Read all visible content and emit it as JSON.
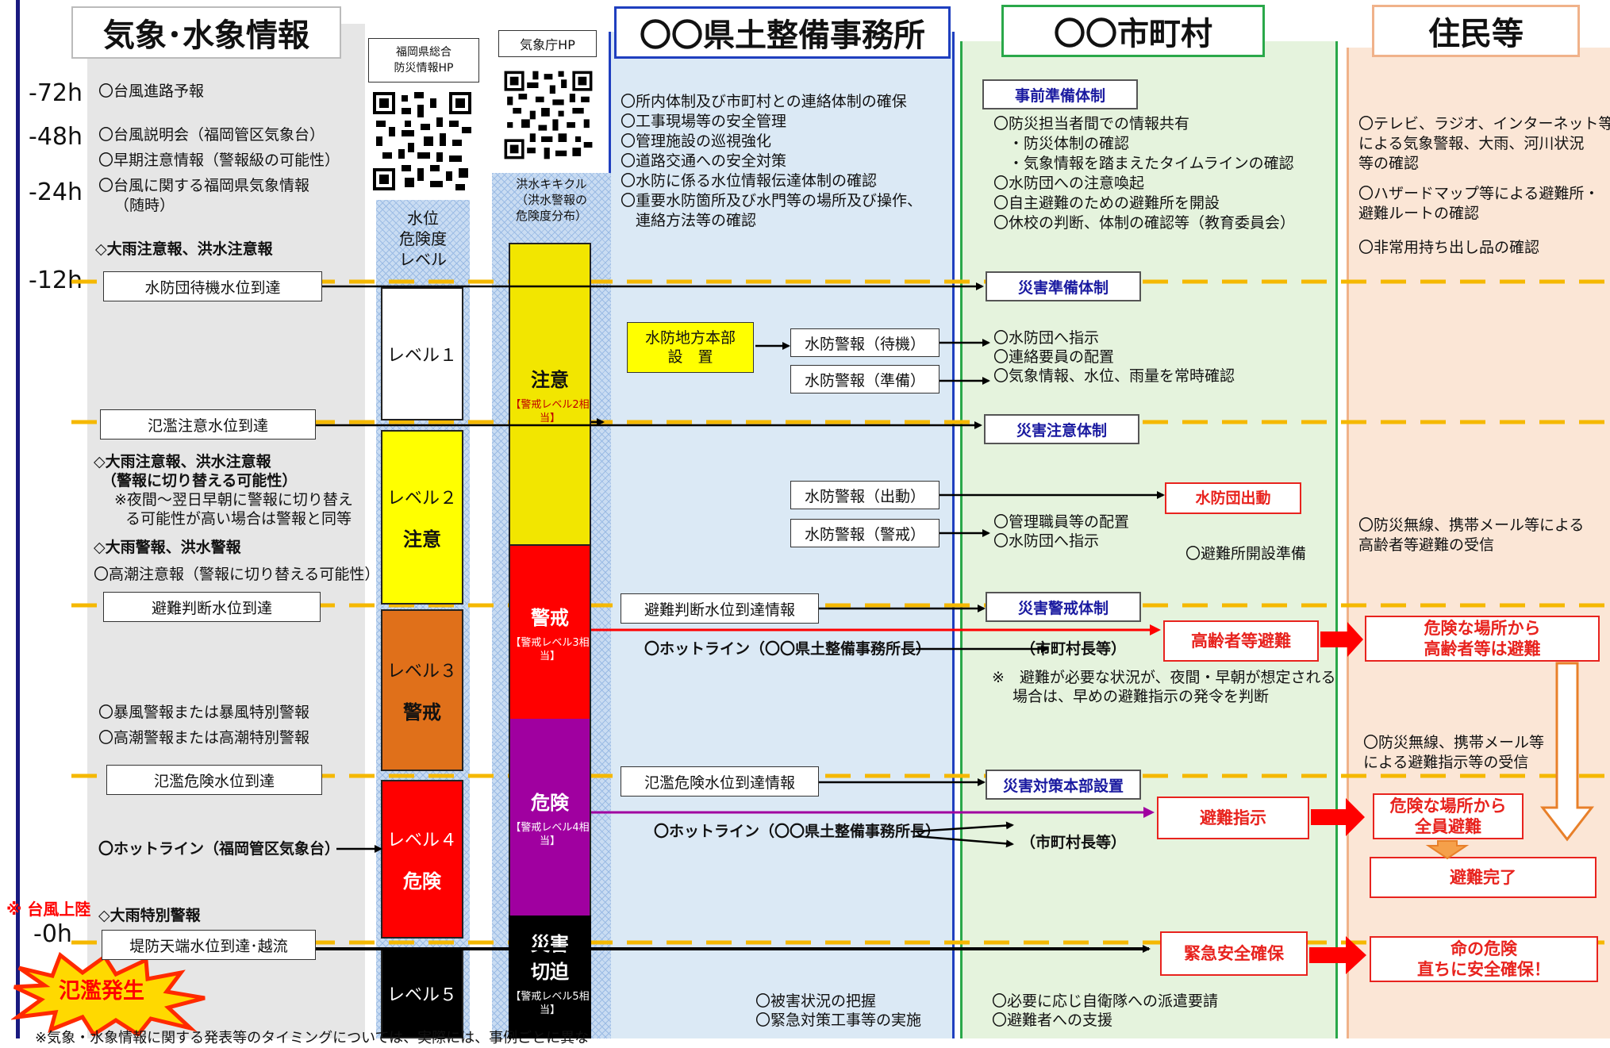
{
  "headers": {
    "weather": "気象･水象情報",
    "prefecture": "〇〇県土整備事務所",
    "municipality": "〇〇市町村",
    "residents": "住民等"
  },
  "time_labels": [
    "-72h",
    "-48h",
    "-24h",
    "-12h",
    "-0h"
  ],
  "qr": {
    "fukuoka_label_1": "福岡県総合",
    "fukuoka_label_2": "防災情報HP",
    "jma_label": "気象庁HP"
  },
  "columns": {
    "water_level_1": "水位",
    "water_level_2": "危険度",
    "water_level_3": "レベル",
    "kikikuru_1": "洪水キキクル",
    "kikikuru_2": "（洪水警報の",
    "kikikuru_3": "危険度分布）"
  },
  "weather_info": {
    "typhoon_path": "〇台風進路予報",
    "typhoon_briefing": "〇台風説明会（福岡管区気象台）",
    "early_warning": "〇早期注意情報（警報級の可能性）",
    "typhoon_info": "〇台風に関する福岡県気象情報",
    "as_needed": "（随時）",
    "advisory_1": "◇大雨注意報、洪水注意報",
    "advisory_2": "◇大雨注意報、洪水注意報",
    "advisory_2b": "（警報に切り替える可能性）",
    "night_note_1": "※夜間～翌日早朝に警報に切り替え",
    "night_note_2": "る可能性が高い場合は警報と同等",
    "warning": "◇大雨警報、洪水警報",
    "storm_surge_adv": "〇高潮注意報（警報に切り替える可能性）",
    "storm_warning": "〇暴風警報または暴風特別警報",
    "surge_warning": "〇高潮警報または高潮特別警報",
    "hotline_jma": "〇ホットライン（福岡管区気象台）",
    "typhoon_landfall": "※ 台風上陸",
    "special_warning": "◇大雨特別警報",
    "flood_occur": "氾濫発生",
    "footnote": "※気象・水象情報に関する発表等のタイミングについては、実際には、事例ごとに異なります。"
  },
  "water_boxes": {
    "standby": "水防団待機水位到達",
    "caution": "氾濫注意水位到達",
    "evac_judge": "避難判断水位到達",
    "danger": "氾濫危険水位到達",
    "levee": "堤防天端水位到達･越流"
  },
  "levels": {
    "l1": "レベル１",
    "l2": "レベル２",
    "l2_sub": "注意",
    "l3": "レベル３",
    "l3_sub": "警戒",
    "l4": "レベル４",
    "l4_sub": "危険",
    "l5": "レベル５"
  },
  "kikikuru": {
    "caution": "注意",
    "caution_sub": "【警戒レベル2相当】",
    "warning": "警戒",
    "warning_sub": "【警戒レベル3相当】",
    "danger": "危険",
    "danger_sub": "【警戒レベル4相当】",
    "disaster_1": "災害",
    "disaster_2": "切迫",
    "disaster_sub": "【警戒レベル5相当】"
  },
  "prefecture": {
    "items": [
      "〇所内体制及び市町村との連絡体制の確保",
      "〇工事現場等の安全管理",
      "〇管理施設の巡視強化",
      "〇道路交通への安全対策",
      "〇水防に係る水位情報伝達体制の確認",
      "〇重要水防箇所及び水門等の場所及び操作、",
      "　連絡方法等の確認"
    ],
    "hq_1": "水防地方本部",
    "hq_2": "設　置",
    "alert_standby": "水防警報（待機）",
    "alert_prepare": "水防警報（準備）",
    "alert_dispatch": "水防警報（出動）",
    "alert_caution": "水防警報（警戒）",
    "evac_judge_info": "避難判断水位到達情報",
    "hotline_1": "〇ホットライン（〇〇県土整備事務所長）",
    "danger_info": "氾濫危険水位到達情報",
    "hotline_2": "〇ホットライン（〇〇県土整備事務所長）",
    "damage": "〇被害状況の把握",
    "emergency": "〇緊急対策工事等の実施"
  },
  "municipality": {
    "pre_system": "事前準備体制",
    "pre_items": [
      "〇防災担当者間での情報共有",
      "　・防災体制の確認",
      "　・気象情報を踏まえたタイムラインの確認",
      "〇水防団への注意喚起",
      "〇自主避難のための避難所を開設",
      "〇休校の判断、体制の確認等（教育委員会）"
    ],
    "prep_system": "災害準備体制",
    "prep_items": [
      "〇水防団へ指示",
      "〇連絡要員の配置",
      "〇気象情報、水位、雨量を常時確認"
    ],
    "caution_system": "災害注意体制",
    "fire_brigade": "水防団出動",
    "caution_items": [
      "〇管理職員等の配置",
      "〇水防団へ指示"
    ],
    "shelter_prep": "〇避難所開設準備",
    "alert_system": "災害警戒体制",
    "elderly_evac": "高齢者等避難",
    "mayor_1": "（市町村長等）",
    "night_note_1": "※　避難が必要な状況が、夜間・早朝が想定される",
    "night_note_2": "場合は、早めの避難指示の発令を判断",
    "hq_system": "災害対策本部設置",
    "evac_order": "避難指示",
    "mayor_2": "（市町村長等）",
    "emergency_safety": "緊急安全確保",
    "sdf": "〇必要に応じ自衛隊への派遣要請",
    "support": "〇避難者への支援"
  },
  "residents": {
    "info_1": "〇テレビ、ラジオ、インターネット等",
    "info_2": "による気象警報、大雨、河川状況",
    "info_3": "等の確認",
    "hazard_1": "〇ハザードマップ等による避難所・",
    "hazard_2": "避難ルートの確認",
    "emergency_kit": "〇非常用持ち出し品の確認",
    "elderly_recv_1": "〇防災無線、携帯メール等による",
    "elderly_recv_2": "高齢者等避難の受信",
    "elderly_evac_1": "危険な場所から",
    "elderly_evac_2": "高齢者等は避難",
    "order_recv_1": "〇防災無線、携帯メール等",
    "order_recv_2": "による避難指示等の受信",
    "all_evac_1": "危険な場所から",
    "all_evac_2": "全員避難",
    "evac_done": "避難完了",
    "life_1": "命の危険",
    "life_2": "直ちに安全確保！"
  },
  "colors": {
    "weather_bg": "#e6e6e6",
    "prefecture_bg": "#dbe9f5",
    "prefecture_border": "#1f3fbf",
    "municipality_bg": "#e5f3dd",
    "municipality_border": "#2aa84a",
    "residents_bg": "#fbe6d6",
    "residents_border": "#f0b28a",
    "level2": "#ffff00",
    "level3": "#e0701a",
    "level4": "#ff0000",
    "level5": "#000000",
    "kik_caution": "#f2e600",
    "kik_warning": "#ff0000",
    "kik_danger": "#a000a0",
    "kik_disaster": "#000000",
    "dash": "#f5b800",
    "red": "#ff0000"
  }
}
